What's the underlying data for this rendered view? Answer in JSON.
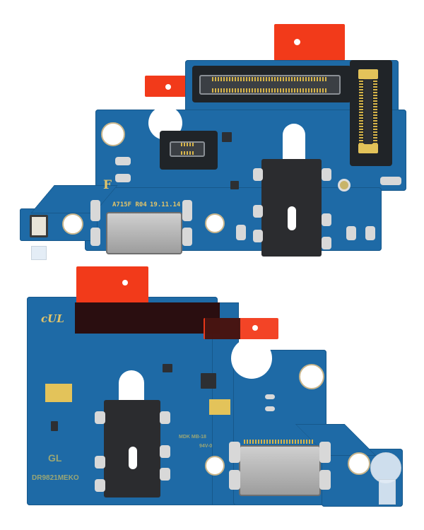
{
  "image": {
    "description": "Product photo of two Samsung Galaxy A71 charging port PCB sub-boards on white background",
    "background": "#ffffff"
  },
  "colors": {
    "pcb_blue": "#1e6aa6",
    "tape_red": "#f23a1a",
    "connector_black": "#202428",
    "gold_pins": "#d9b64a",
    "silkscreen": "#e2c46a"
  },
  "top_board": {
    "silkscreen_model": "A715F R04",
    "silkscreen_date": "19.11.14",
    "silkscreen_letter": "F",
    "components": [
      "board-to-board connector (horizontal)",
      "board-to-board connector (vertical)",
      "small FPC connector",
      "3.5mm audio jack",
      "USB-C port",
      "antenna coax connector",
      "microphone"
    ]
  },
  "bottom_board": {
    "silkscreen_code": "DR9821MEKO",
    "logo_text": "GL",
    "ul_mark": "cUL",
    "rating_line1": "MDK MB-18",
    "rating_line2": "94V-0",
    "components": [
      "3.5mm audio jack",
      "USB-C port",
      "protective red tape",
      "gold contact pads"
    ]
  }
}
